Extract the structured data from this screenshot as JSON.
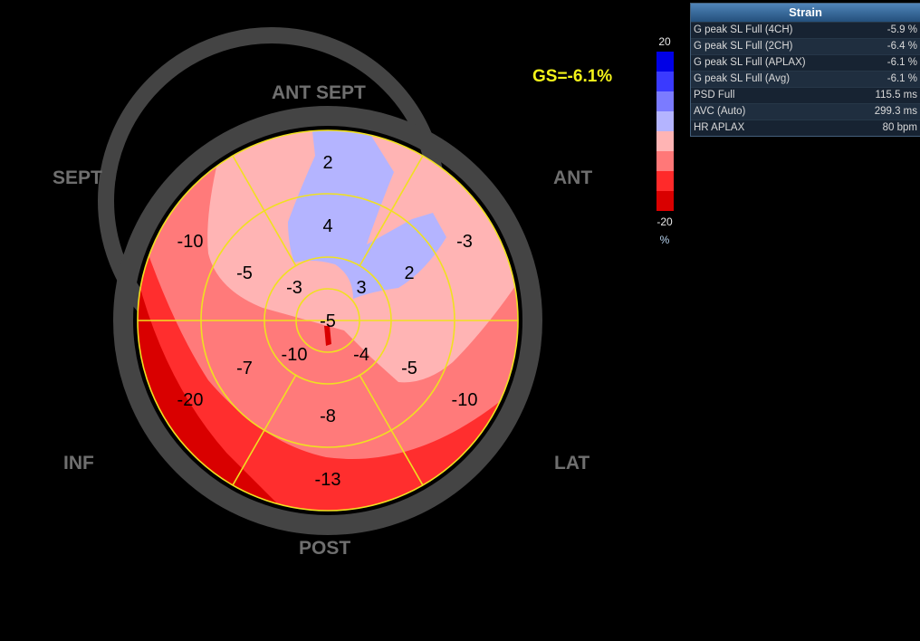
{
  "walls": {
    "ant_sept": "ANT  SEPT",
    "ant": "ANT",
    "sept": "SEPT",
    "inf": "INF",
    "lat": "LAT",
    "post": "POST"
  },
  "global_strain": "GS=-6.1%",
  "colorbar": {
    "max_label": "20",
    "min_label": "-20",
    "unit": "%",
    "colors": [
      "#0000e6",
      "#3a3aff",
      "#7b7bff",
      "#b4b4ff",
      "#ffb4b4",
      "#ff7878",
      "#ff2a2a",
      "#d90000"
    ]
  },
  "segments": {
    "basal": [
      {
        "wall": "ANT SEPT",
        "value": "2"
      },
      {
        "wall": "ANT",
        "value": "-3"
      },
      {
        "wall": "LAT",
        "value": "-10"
      },
      {
        "wall": "POST",
        "value": "-13"
      },
      {
        "wall": "INF",
        "value": "-20"
      },
      {
        "wall": "SEPT",
        "value": "-10"
      }
    ],
    "mid": [
      {
        "wall": "ANT SEPT",
        "value": "4"
      },
      {
        "wall": "ANT",
        "value": "2"
      },
      {
        "wall": "LAT",
        "value": "-5"
      },
      {
        "wall": "POST",
        "value": "-8"
      },
      {
        "wall": "INF",
        "value": "-7"
      },
      {
        "wall": "SEPT",
        "value": "-5"
      }
    ],
    "apical": [
      {
        "wall": "ANT",
        "value": "3"
      },
      {
        "wall": "LAT",
        "value": "-4"
      },
      {
        "wall": "INF",
        "value": "-10"
      },
      {
        "wall": "SEPT",
        "value": "-3"
      }
    ],
    "apex": {
      "value": "-5"
    }
  },
  "strain_panel": {
    "title": "Strain",
    "rows": [
      {
        "label": "G peak SL Full (4CH)",
        "value": "-5.9 %"
      },
      {
        "label": "G peak SL Full (2CH)",
        "value": "-6.4 %"
      },
      {
        "label": "G peak SL Full (APLAX)",
        "value": "-6.1 %"
      },
      {
        "label": "G peak SL Full (Avg)",
        "value": "-6.1 %"
      },
      {
        "label": "PSD Full",
        "value": "115.5 ms"
      },
      {
        "label": "AVC (Auto)",
        "value": "299.3 ms"
      },
      {
        "label": "HR APLAX",
        "value": "80 bpm"
      }
    ]
  }
}
